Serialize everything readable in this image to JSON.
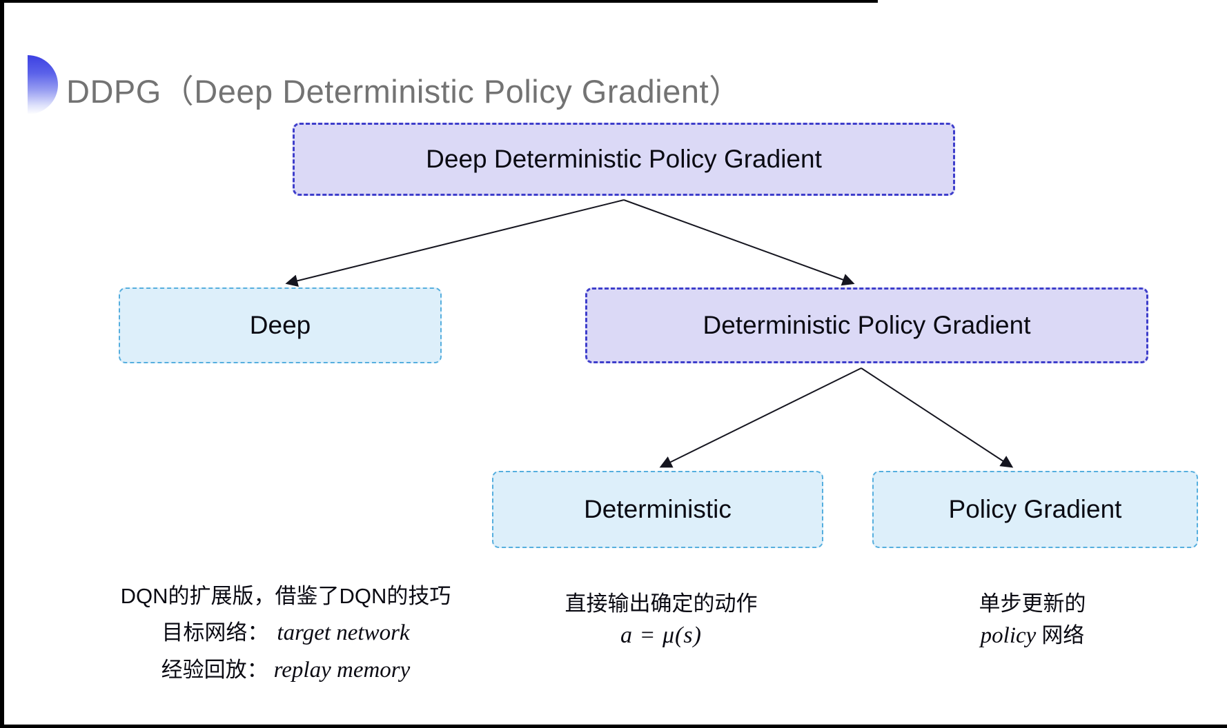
{
  "title": {
    "text": "DDPG（Deep Deterministic Policy Gradient）",
    "color": "#737373"
  },
  "colors": {
    "lavender_fill": "#dbd9f6",
    "lavender_border": "#3e3ecb",
    "blue_fill": "#ddeffa",
    "blue_border": "#55aede",
    "arrow": "#15151f",
    "bullet_accent": "#3c40e2"
  },
  "diagram": {
    "root": {
      "label": "Deep Deterministic Policy Gradient"
    },
    "deep": {
      "label": "Deep"
    },
    "dpg": {
      "label": "Deterministic Policy Gradient"
    },
    "deterministic": {
      "label": "Deterministic"
    },
    "policy_gradient": {
      "label": "Policy Gradient"
    }
  },
  "notes": {
    "deep": {
      "line1": "DQN的扩展版，借鉴了DQN的技巧",
      "target_label": "目标网络：",
      "target_value": "target network",
      "replay_label": "经验回放：",
      "replay_value": "replay memory"
    },
    "deterministic": {
      "line1": "直接输出确定的动作",
      "formula": "a = μ(s)"
    },
    "policy_gradient": {
      "line1": "单步更新的",
      "word_italic": "policy",
      "word_rest": "网络"
    }
  }
}
